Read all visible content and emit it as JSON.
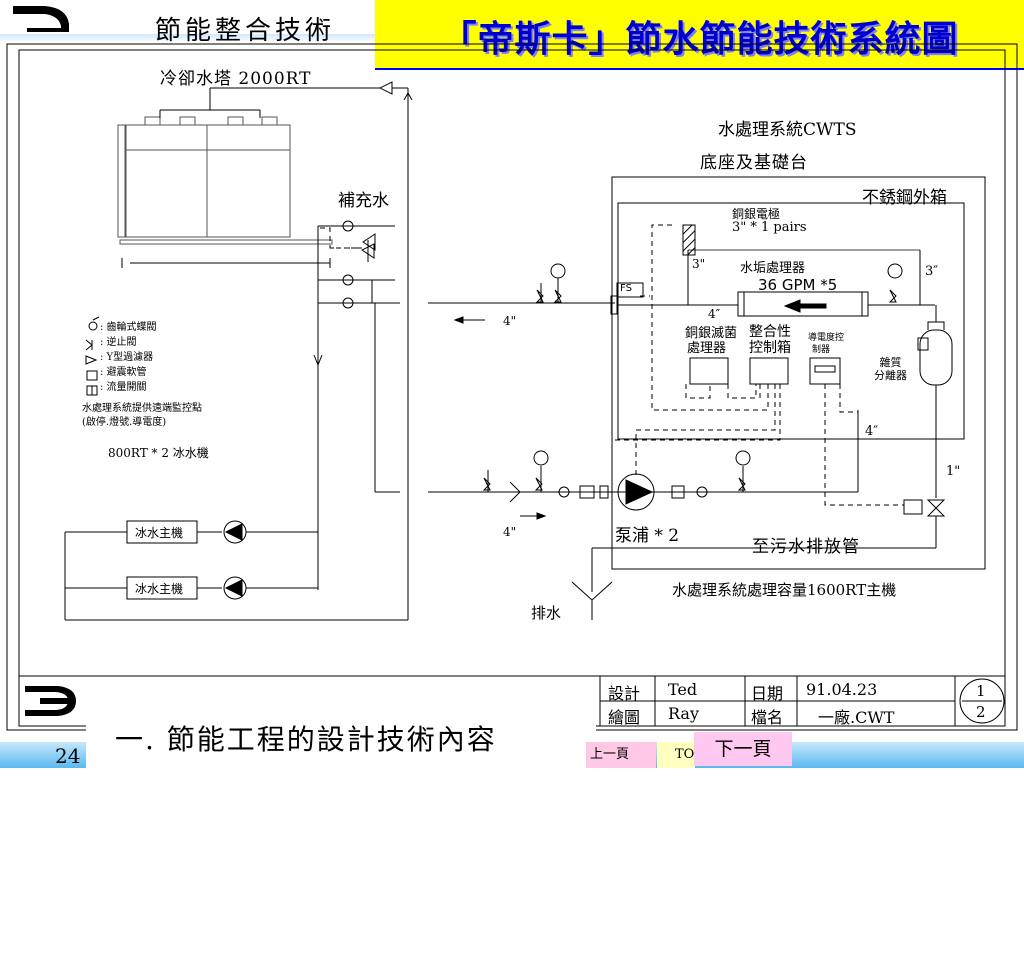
{
  "header": {
    "section_title": "節能整合技術",
    "main_title": "「帝斯卡」節水節能技術系統圖"
  },
  "diagram": {
    "cooling_tower": "冷卻水塔 2000RT",
    "makeup_water": "補充水",
    "wts_title": "水處理系統CWTS",
    "base": "底座及基礎台",
    "stainless_box": "不銹鋼外箱",
    "electrode": "銅銀電極",
    "electrode_spec": "3\" * 1 pairs",
    "scale_processor": "水垢處理器",
    "flow_spec": "36  GPM  *5",
    "pipe_3": "3\"",
    "pipe_3b": "3″",
    "pipe_4_inner": "4″",
    "pipe_4_return": "4\"",
    "pipe_4_supply": "4\"",
    "pipe_4_sep": "4″",
    "pipe_1": "1\"",
    "fs": "FS",
    "cu_ag_line1": "銅銀滅菌",
    "cu_ag_line2": "處理器",
    "ctrl_line1": "整合性",
    "ctrl_line2": "控制箱",
    "cond_line1": "導電度控",
    "cond_line2": "制器",
    "sep_line1": "雜質",
    "sep_line2": "分離器",
    "pump": "泵浦 * 2",
    "to_drain": "至污水排放管",
    "capacity": "水處理系統處理容量1600RT主機",
    "drain": "排水",
    "chiller": "冰水主機",
    "chillers_note": "800RT * 2 冰水機",
    "legend": [
      ": 齒輪式蝶閥",
      ": 逆止閥",
      ": Y型過濾器",
      ": 避震軟管",
      ": 流量開關"
    ],
    "legend_note1": "水處理系統提供遠端監控點",
    "legend_note2": "(啟停.燈號.導電度)"
  },
  "title_block": {
    "design_label": "設計",
    "design_value": "Ted",
    "draw_label": "繪圖",
    "draw_value": "Ray",
    "date_label": "日期",
    "date_value": "91.04.23",
    "file_label": "檔名",
    "file_value": "一廠.CWT",
    "sheet_num": "1",
    "sheet_total": "2"
  },
  "footer": {
    "page_number": "24",
    "subtitle": "一. 節能工程的設計技術內容",
    "prev_label": "上一頁",
    "top_label": "TOP",
    "next_label": "下一頁"
  },
  "colors": {
    "banner_bg": "#ffff00",
    "banner_text": "#0000cc",
    "band": "#5ab8f0",
    "next_btn": "#ffc8f0"
  }
}
